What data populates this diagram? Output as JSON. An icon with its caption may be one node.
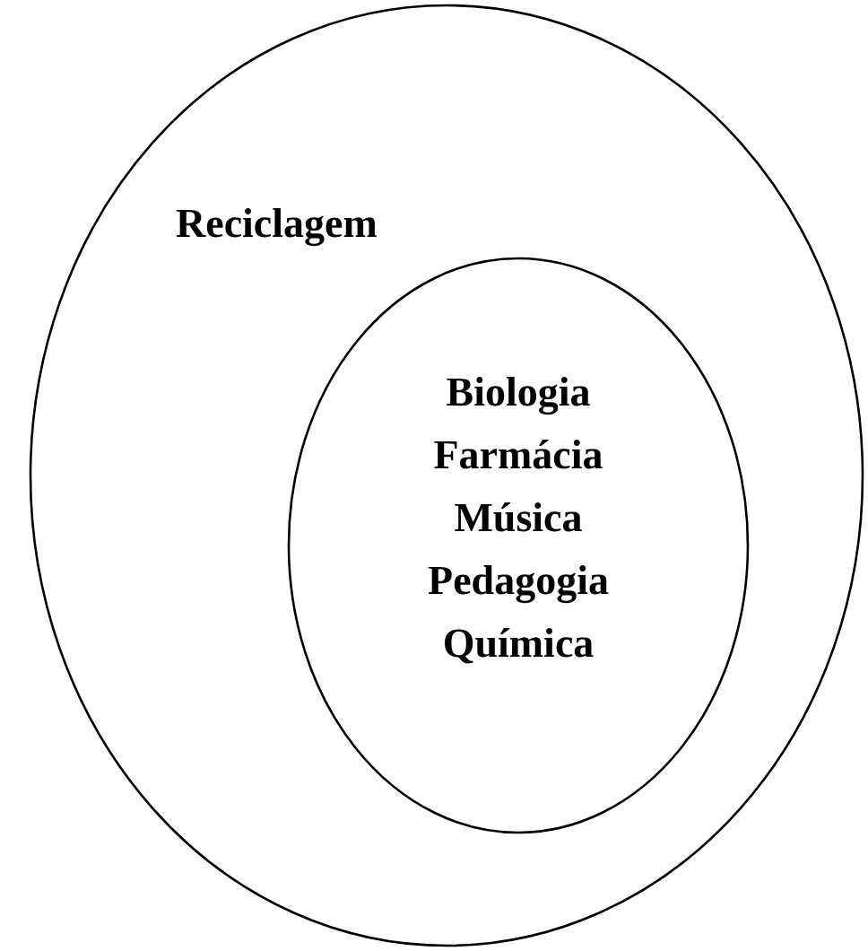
{
  "diagram": {
    "nodes": [
      {
        "text": [
          "Reciclagem"
        ]
      },
      {
        "text": [
          "Biologia",
          "Farmácia",
          "Música",
          "Pedagogia",
          "Química"
        ],
        "in": 0
      }
    ]
  }
}
